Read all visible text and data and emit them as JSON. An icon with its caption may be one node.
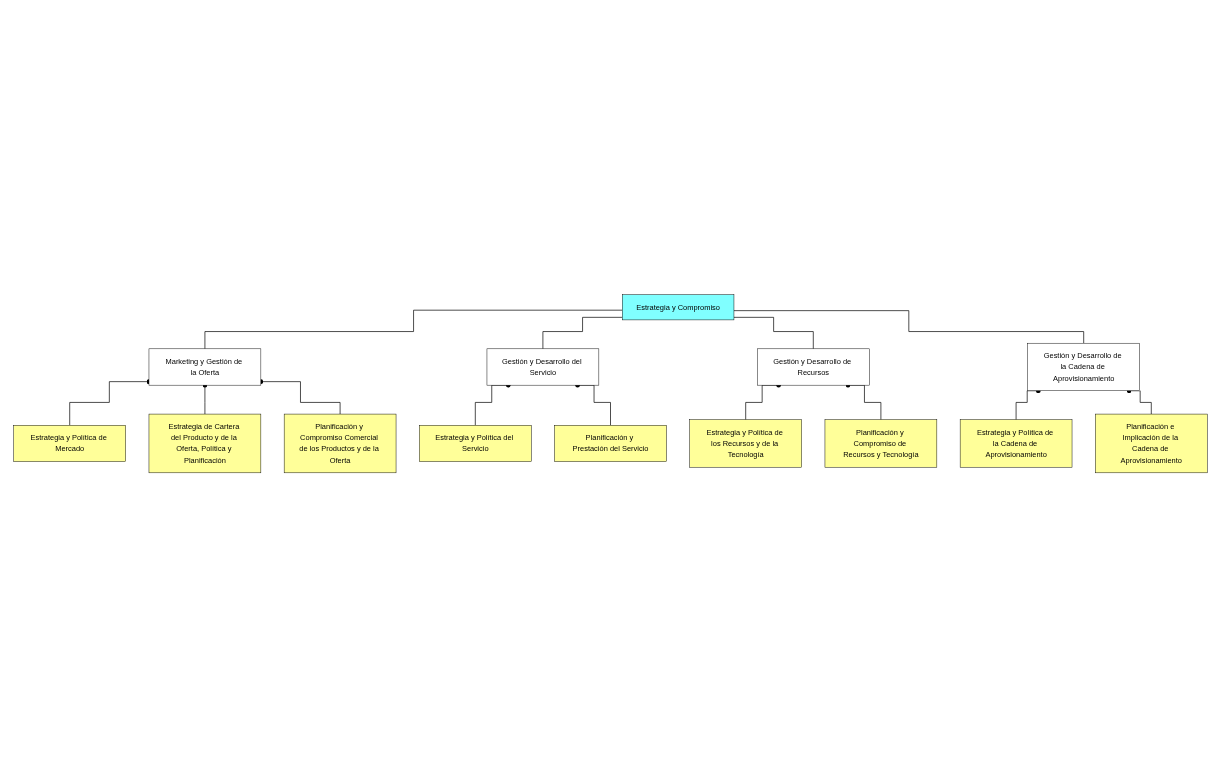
{
  "diagram": {
    "nodes": [
      {
        "text": [
          "Estrategia y Compromiso"
        ]
      },
      {
        "text": [
          "Marketing y Gestión de la Oferta"
        ]
      },
      {
        "text": [
          "Gestión y Desarrollo del Servicio"
        ]
      },
      {
        "text": [
          "Gestión y Desarrollo de Recursos"
        ]
      },
      {
        "text": [
          "Gestión y Desarrollo de la Cadena de Aprovisionamiento"
        ]
      },
      {
        "text": [
          "Estrategia y Política de Mercado"
        ]
      },
      {
        "text": [
          "Estrategia de Cartera del Producto y de la Oferta, Política y Planificación"
        ]
      },
      {
        "text": [
          "Planificación y Compromiso Comercial de los Productos y de la Oferta"
        ]
      },
      {
        "text": [
          "Estrategia y Política del Servicio"
        ]
      },
      {
        "text": [
          "Planificación y Prestación del Servicio"
        ]
      },
      {
        "text": [
          "Estrategia y Política de los Recursos y de la Tecnología"
        ]
      },
      {
        "text": [
          "Planificación y Compromiso de Recursos y Tecnología"
        ]
      },
      {
        "text": [
          "Estrategia y Política de la Cadena de Aprovisionamiento"
        ]
      },
      {
        "text": [
          "Planificación e Implicación de la Cadena de Aprovisionamiento"
        ]
      }
    ],
    "edges": [
      {
        "from": 0,
        "to": 1,
        "arrow": "none"
      },
      {
        "from": 0,
        "to": 2,
        "arrow": "none"
      },
      {
        "from": 0,
        "to": 3,
        "arrow": "none"
      },
      {
        "from": 0,
        "to": 4,
        "arrow": "none"
      },
      {
        "from": 1,
        "to": 5,
        "arrow": "other"
      },
      {
        "from": 1,
        "to": 6,
        "arrow": "other"
      },
      {
        "from": 1,
        "to": 7,
        "arrow": "other"
      },
      {
        "from": 2,
        "to": 8,
        "arrow": "other"
      },
      {
        "from": 2,
        "to": 9,
        "arrow": "other"
      },
      {
        "from": 3,
        "to": 10,
        "arrow": "other"
      },
      {
        "from": 3,
        "to": 11,
        "arrow": "other"
      },
      {
        "from": 4,
        "to": 12,
        "arrow": "other"
      },
      {
        "from": 4,
        "to": 13,
        "arrow": "other"
      }
    ]
  }
}
